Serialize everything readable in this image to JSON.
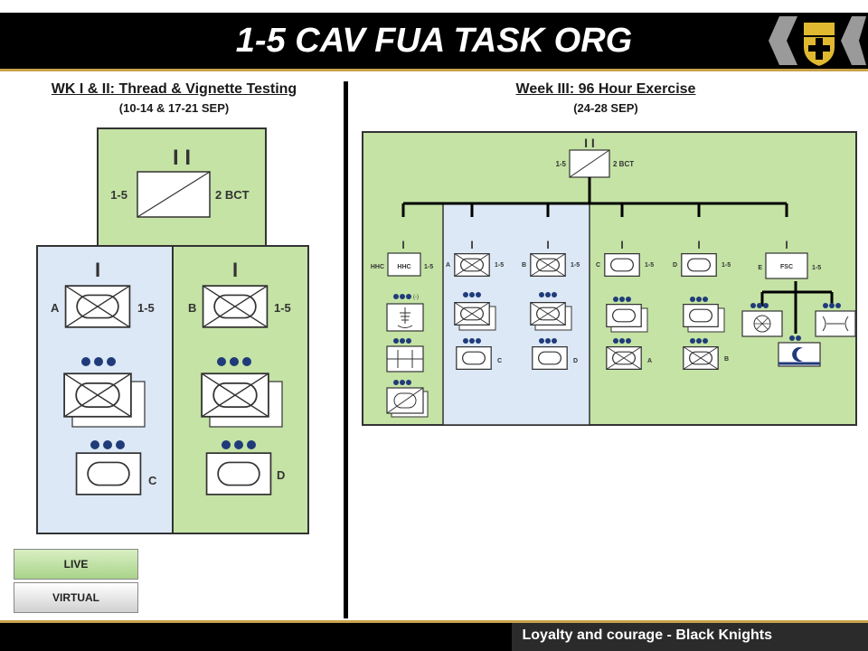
{
  "header": {
    "title": "1-5 CAV FUA TASK ORG",
    "crest_icon": "unit-crest-icon"
  },
  "left": {
    "heading": "WK I & II: Thread & Vignette Testing",
    "dates": "(10-14 & 17-21 SEP)",
    "hq": {
      "echelon": "I I",
      "left_label": "1-5",
      "right_label": "2 BCT"
    },
    "coA": {
      "echelon": "I",
      "letter": "A",
      "parent": "1-5",
      "letter_c": "C"
    },
    "coB": {
      "echelon": "I",
      "letter": "B",
      "parent": "1-5",
      "letter_d": "D"
    }
  },
  "right": {
    "heading": "Week III: 96 Hour Exercise",
    "dates": "(24-28 SEP)",
    "hq": {
      "echelon": "I I",
      "left_label": "1-5",
      "right_label": "2 BCT"
    },
    "units": [
      {
        "echelon": "I",
        "letter": "HHC",
        "box": "HHC",
        "parent": "1-5"
      },
      {
        "echelon": "I",
        "letter": "A",
        "parent": "1-5"
      },
      {
        "echelon": "I",
        "letter": "B",
        "parent": "1-5"
      },
      {
        "echelon": "I",
        "letter": "C",
        "parent": "1-5"
      },
      {
        "echelon": "I",
        "letter": "D",
        "parent": "1-5"
      },
      {
        "echelon": "I",
        "letter": "E",
        "box": "FSC",
        "parent": "1-5"
      }
    ],
    "minus": "(-)",
    "sub_c": "C",
    "sub_d": "D",
    "sub_a": "A",
    "sub_b": "B"
  },
  "legend": {
    "live": "LIVE",
    "virtual": "VIRTUAL"
  },
  "footer": {
    "motto": "Loyalty and courage - Black Knights"
  },
  "colors": {
    "live": "#c5e3a5",
    "virtual": "#dce8f5",
    "gold": "#c8a24a"
  }
}
